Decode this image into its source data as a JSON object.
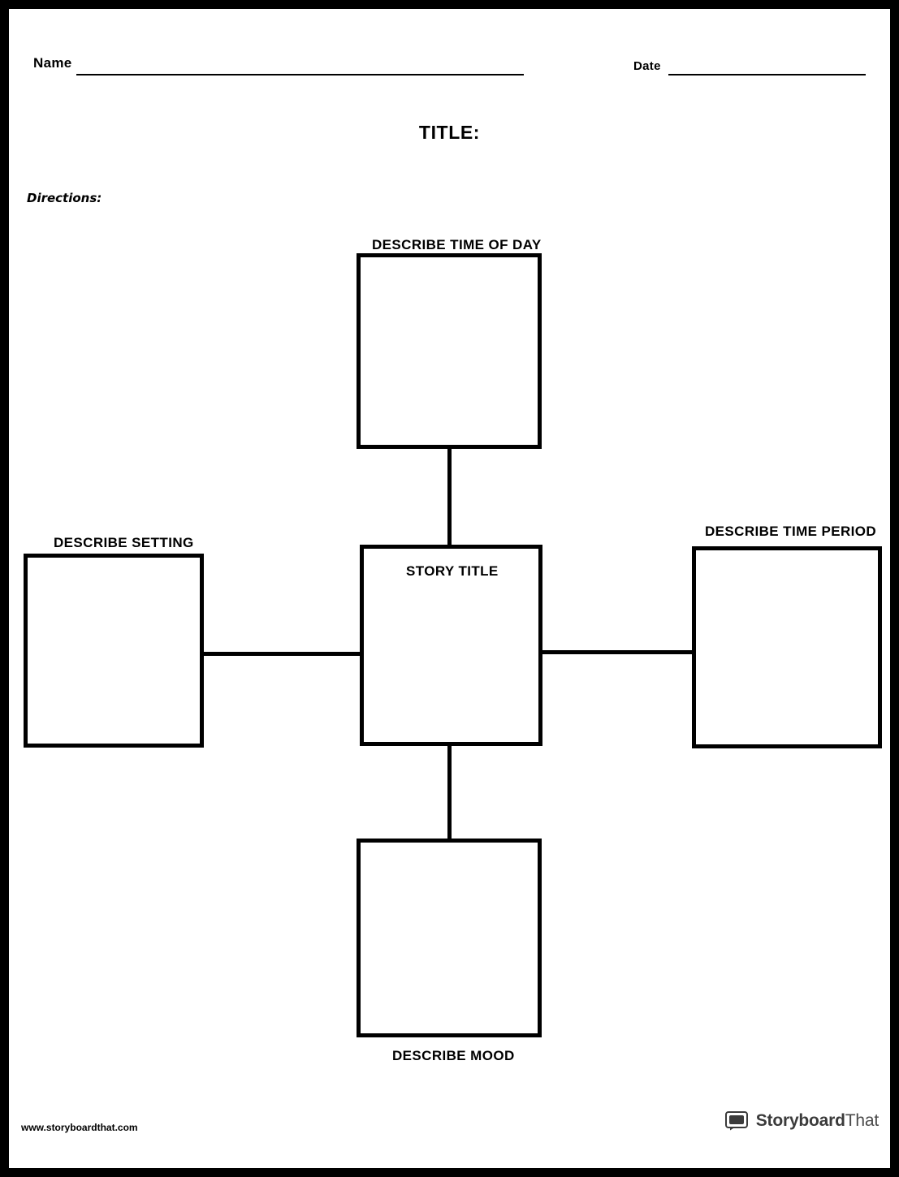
{
  "header": {
    "name_label": "Name",
    "date_label": "Date",
    "title": "TITLE:",
    "directions_label": "Directions:"
  },
  "diagram": {
    "top": {
      "label": "DESCRIBE TIME OF DAY"
    },
    "center": {
      "label": "STORY TITLE"
    },
    "left": {
      "label": "DESCRIBE SETTING"
    },
    "right": {
      "label": "DESCRIBE TIME PERIOD"
    },
    "bottom": {
      "label": "DESCRIBE MOOD"
    }
  },
  "footer": {
    "url": "www.storyboardthat.com",
    "brand_primary": "Storyboard",
    "brand_secondary": "That",
    "brand_icon": "speech-bubble-icon"
  },
  "colors": {
    "ink": "#000000",
    "paper": "#ffffff",
    "brand_gray": "#3b3b3b"
  }
}
